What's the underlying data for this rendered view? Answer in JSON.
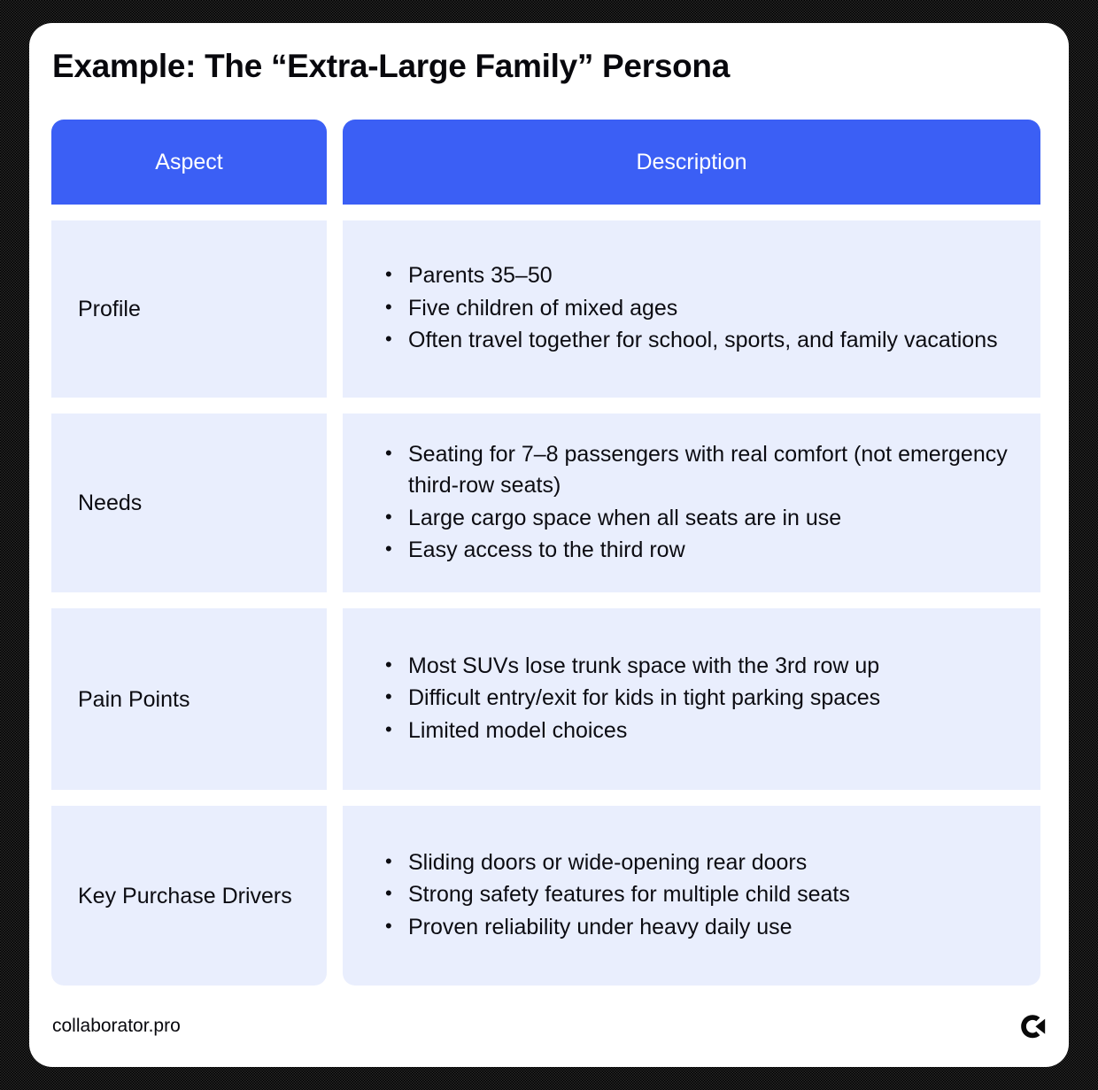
{
  "page": {
    "title": "Example: The “Extra-Large Family” Persona",
    "accent_color": "#3b5ff5",
    "cell_color": "#e9eefd",
    "text_color": "#0c0c12",
    "card_color": "#ffffff",
    "frame_color": "#000000"
  },
  "table": {
    "headers": {
      "aspect": "Aspect",
      "description": "Description"
    },
    "rows": [
      {
        "aspect": "Profile",
        "bullets": [
          "Parents 35–50",
          "Five children of mixed ages",
          "Often travel together for school, sports, and family vacations"
        ]
      },
      {
        "aspect": "Needs",
        "bullets": [
          "Seating for 7–8 passengers with real comfort (not emergency third-row seats)",
          "Large cargo space when all seats are in use",
          "Easy access to the third row"
        ]
      },
      {
        "aspect": "Pain Points",
        "bullets": [
          "Most SUVs lose trunk space with the 3rd row up",
          "Difficult entry/exit for kids in tight parking spaces",
          "Limited model choices"
        ]
      },
      {
        "aspect": "Key Purchase Drivers",
        "bullets": [
          "Sliding doors or wide-opening rear doors",
          "Strong safety features for multiple child seats",
          "Proven reliability under heavy daily use"
        ]
      }
    ]
  },
  "footer": {
    "site": "collaborator.pro",
    "logo_name": "collaborator-logo-icon"
  }
}
